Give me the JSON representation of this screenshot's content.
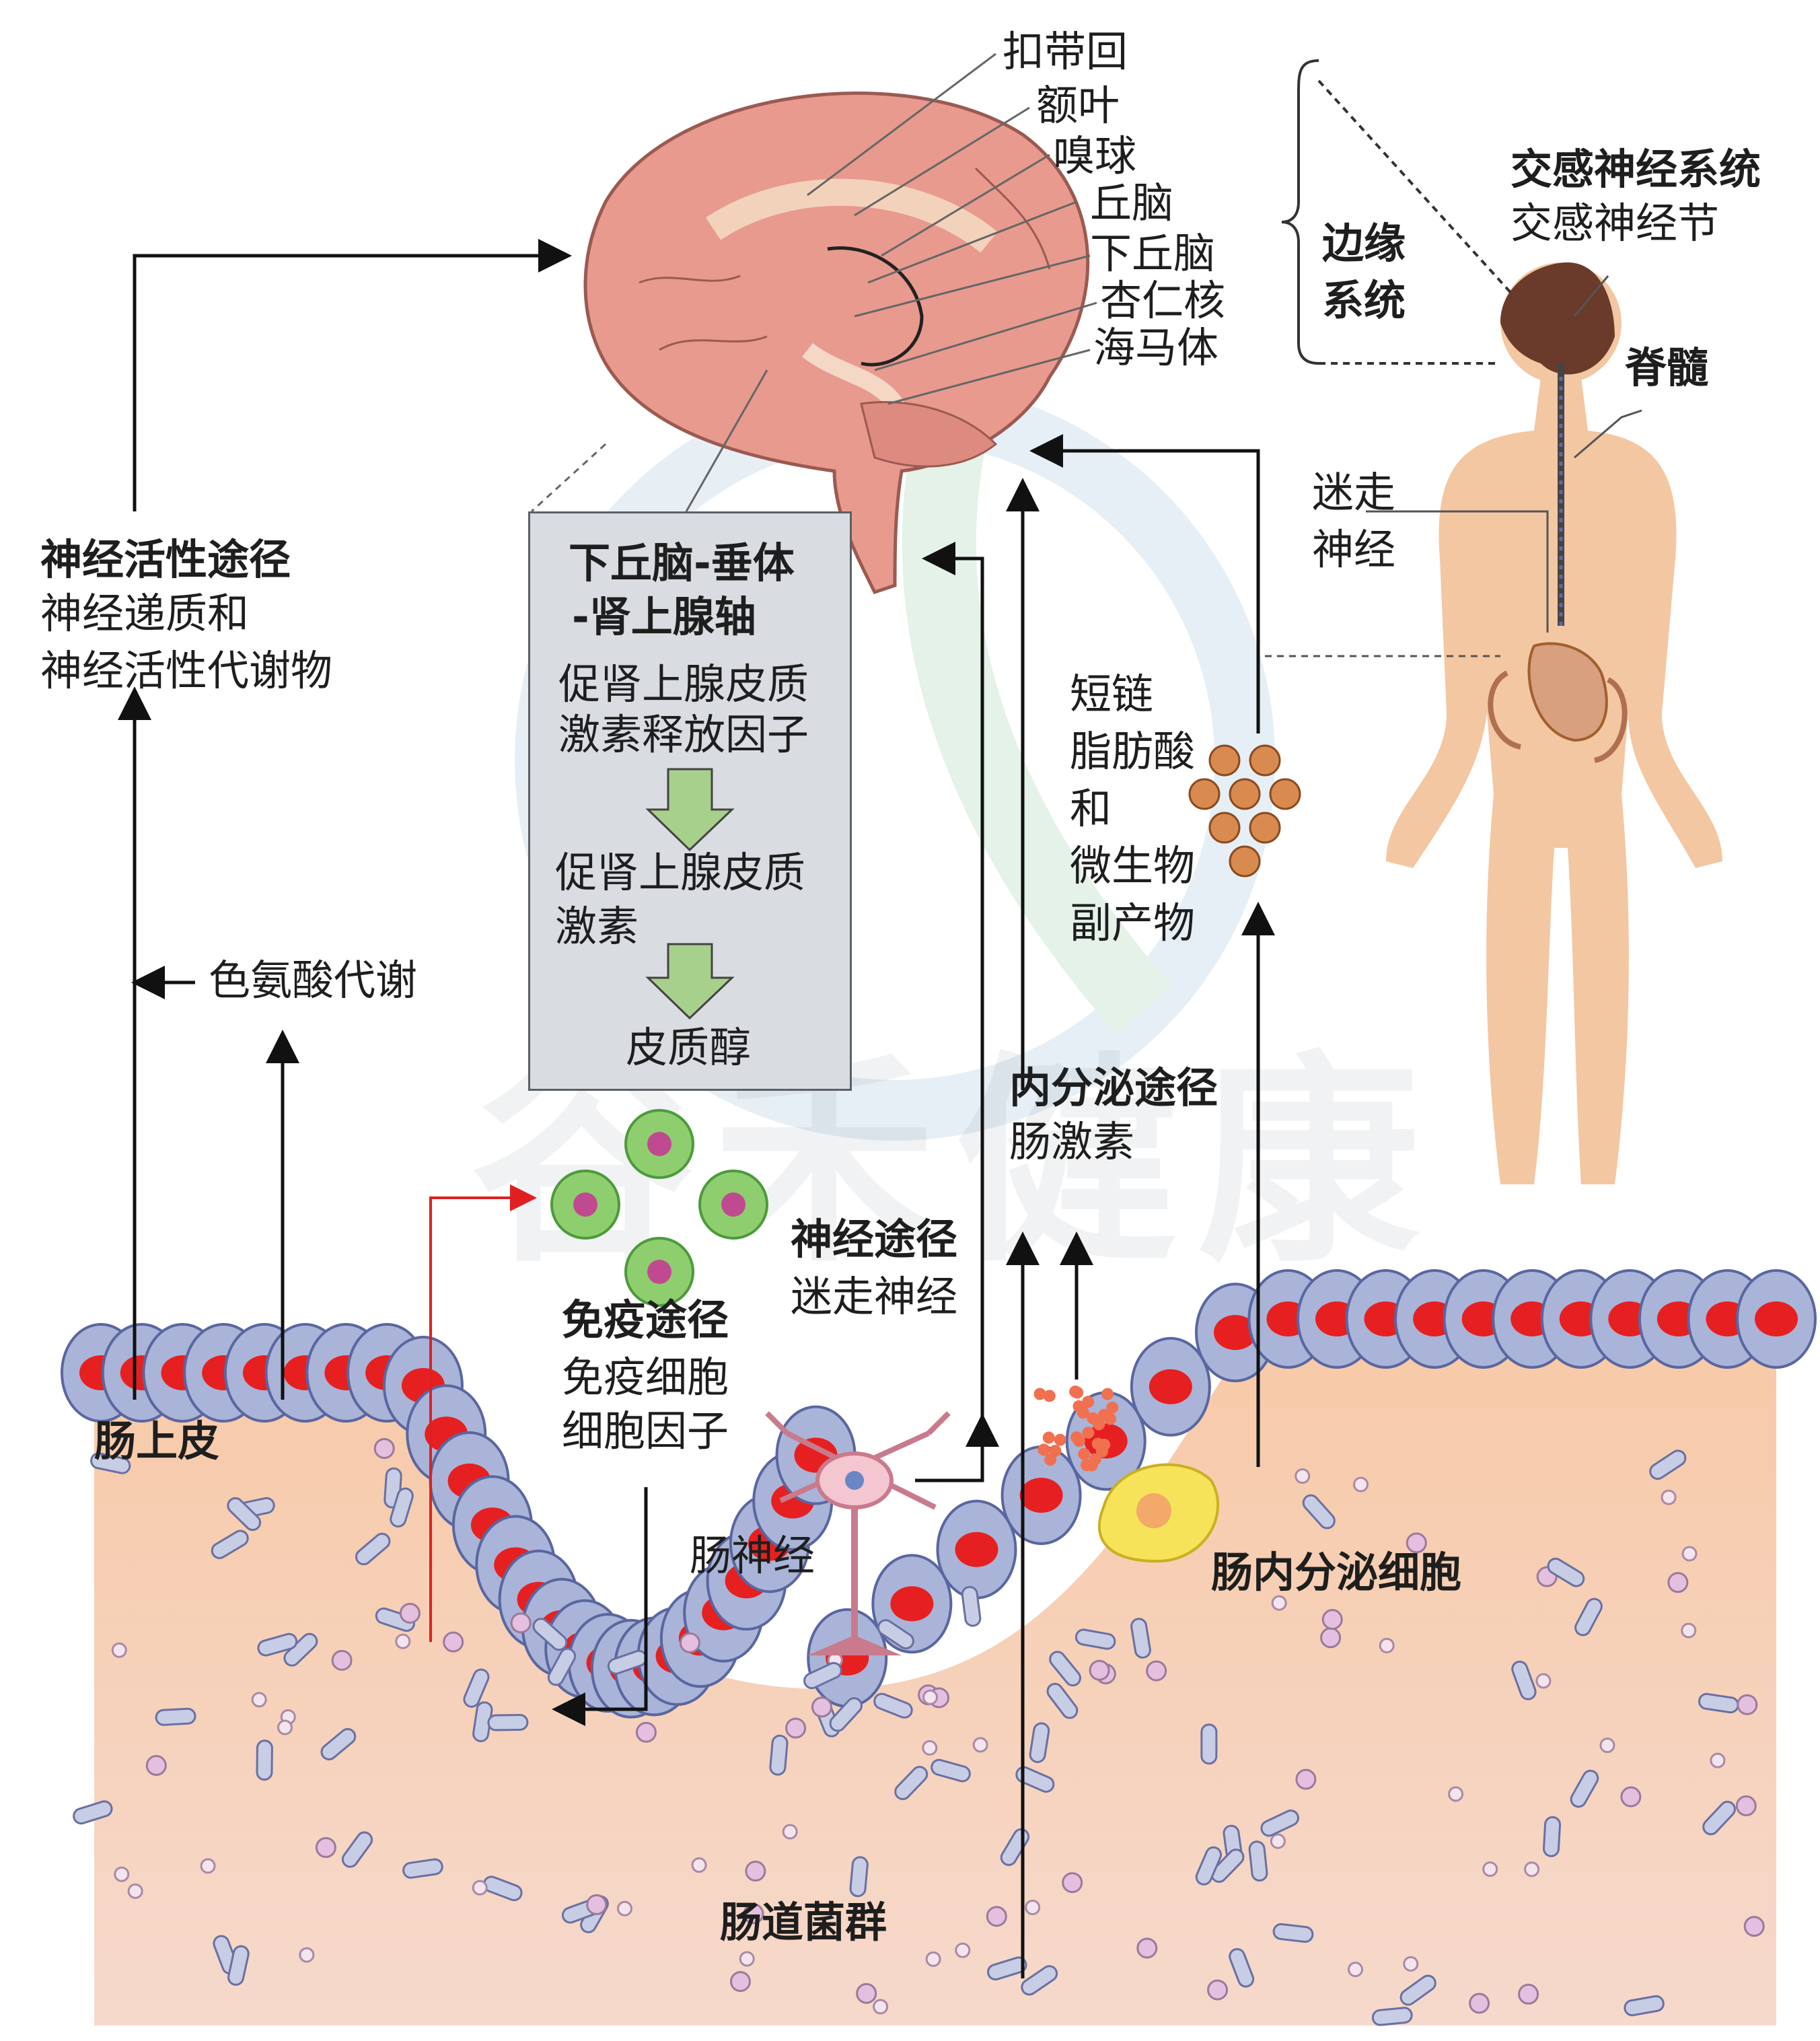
{
  "brain_labels": [
    "扣带回",
    "额叶",
    "嗅球",
    "丘脑",
    "下丘脑",
    "杏仁核",
    "海马体"
  ],
  "limbic": {
    "line1": "边缘",
    "line2": "系统"
  },
  "sympathetic": {
    "title": "交感神经系统",
    "sub": "交感神经节"
  },
  "spinal_cord": "脊髓",
  "vagus": {
    "line1": "迷走",
    "line2": "神经"
  },
  "neuroactive": {
    "title": "神经活性途径",
    "line1": "神经递质和",
    "line2": "神经活性代谢物"
  },
  "hpa": {
    "title1": "下丘脑-垂体",
    "title2": "-肾上腺轴",
    "crh1": "促肾上腺皮质",
    "crh2": "激素释放因子",
    "acth1": "促肾上腺皮质",
    "acth2": "激素",
    "cortisol": "皮质醇"
  },
  "scfa": {
    "l1": "短链",
    "l2": "脂肪酸",
    "l3": "和",
    "l4": "微生物",
    "l5": "副产物"
  },
  "tryptophan": "色氨酸代谢",
  "endocrine": {
    "title": "内分泌途径",
    "sub": "肠激素"
  },
  "neural": {
    "title": "神经途径",
    "sub": "迷走神经"
  },
  "immune": {
    "title": "免疫途径",
    "line1": "免疫细胞",
    "line2": "细胞因子"
  },
  "epithelium": "肠上皮",
  "enteric_nerve": "肠神经",
  "eec": "肠内分泌细胞",
  "microbiota": "肠道菌群",
  "watermark": "谷禾健康",
  "colors": {
    "tissue": "#f5caa8",
    "epi_cell": "#a9b4d8",
    "nucleus": "#e62020",
    "brain": "#e89a8e",
    "body": "#f3c7a2",
    "immune_cell": "#7fc06a",
    "scfa": "#d98a4e",
    "eec": "#f6e35a"
  }
}
